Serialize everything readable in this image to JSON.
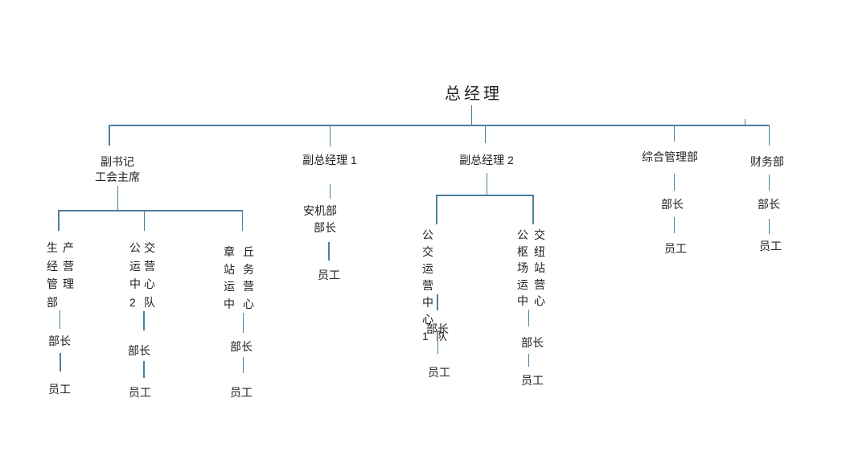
{
  "palette": {
    "line_color": "#4d7f9e",
    "text_color": "#1f1f1f",
    "background": "#ffffff"
  },
  "org": {
    "root": {
      "label": "总经理"
    },
    "branch_deputy_secretary": {
      "title_line1": "副书记",
      "title_line2": "工会主席",
      "dept_production": {
        "l1": "生 产",
        "l2": "经 营",
        "l3": "管 理",
        "l4": "部",
        "head": "部长",
        "staff": "员工"
      },
      "dept_bus_center_2": {
        "l1": "公 交",
        "l2": "运 营",
        "l3": "中 心",
        "l4": "2 队",
        "head": "部长",
        "staff": "员工"
      },
      "dept_zhangqiu": {
        "l1": "章 丘",
        "l2": "站 务",
        "l3": "运 营",
        "l4": "中 心",
        "head": "部长",
        "staff": "员工"
      }
    },
    "branch_vice_gm_1": {
      "title": "副总经理 1",
      "dept_anji": {
        "line1": "安机部",
        "head": "部长",
        "staff": "员工"
      }
    },
    "branch_vice_gm_2": {
      "title": "副总经理 2",
      "dept_bus_center_1": {
        "l1": "公 交",
        "l2": "运 营",
        "l3": "中 心",
        "l4": "1 队",
        "head": "部长",
        "staff": "员工"
      },
      "dept_hub_station": {
        "l1": "公 交",
        "l2": "枢 纽",
        "l3": "场 站",
        "l4": "运 营",
        "l5": "中 心",
        "head": "部长",
        "staff": "员工"
      }
    },
    "branch_admin": {
      "title": "综合管理部",
      "head": "部长",
      "staff": "员工"
    },
    "branch_finance": {
      "title": "财务部",
      "head": "部长",
      "staff": "员工"
    }
  }
}
